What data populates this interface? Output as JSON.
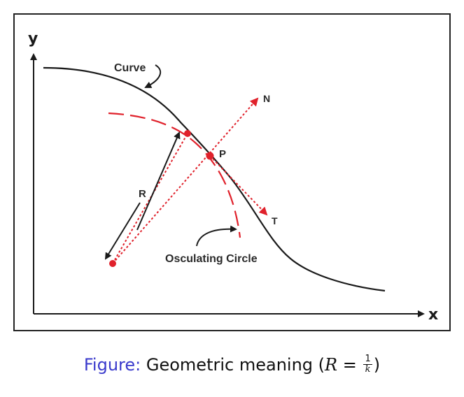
{
  "labels": {
    "y_axis": "y",
    "x_axis": "x",
    "curve": "Curve",
    "point_p": "P",
    "normal": "N",
    "tangent": "T",
    "radius": "R",
    "osculating_circle": "Osculating Circle"
  },
  "caption": {
    "prefix": "Figure:",
    "text": "Geometric meaning",
    "open_paren": "(",
    "lhs": "R",
    "equals": " = ",
    "numerator": "1",
    "denominator": "k",
    "close_paren": ")"
  },
  "colors": {
    "curve": "#1a1a1a",
    "accent": "#e0212b",
    "frame": "#222222",
    "caption_prefix": "#3a3acc"
  }
}
